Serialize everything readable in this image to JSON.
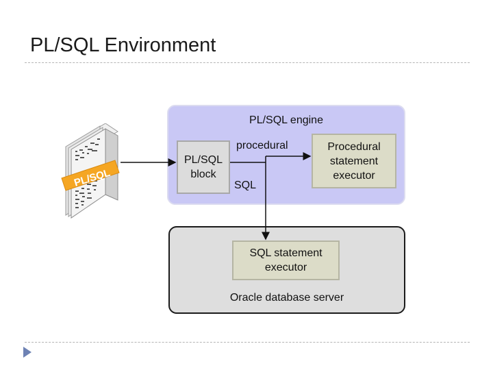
{
  "slide": {
    "title": "PL/SQL Environment"
  },
  "engine": {
    "title": "PL/SQL engine",
    "procedural_label": "procedural",
    "sql_label": "SQL",
    "executor_lines": [
      "Procedural",
      "statement",
      "executor"
    ]
  },
  "block": {
    "lines": [
      "PL/SQL",
      "block"
    ]
  },
  "graphic": {
    "banner_text": "PL/SQL"
  },
  "server": {
    "label": "Oracle database server",
    "executor_lines": [
      "SQL statement",
      "executor"
    ]
  },
  "colors": {
    "engine_fill": "#c9c8f5",
    "server_fill": "#dedede",
    "executor_fill": "#dcdcc8",
    "banner_orange": "#f5a623",
    "nav_arrow": "#6e82b4"
  },
  "icons": {
    "nav": "triangle-right-icon"
  }
}
